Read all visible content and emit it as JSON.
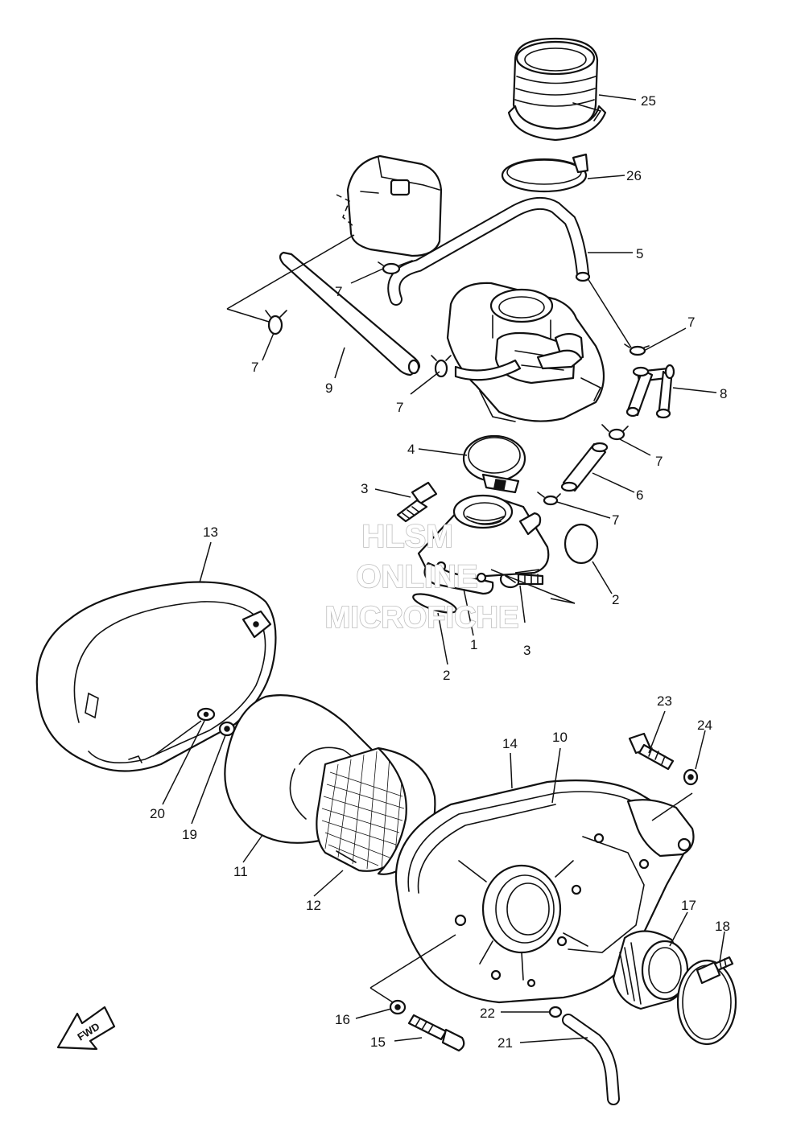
{
  "watermark": {
    "line1": "HLSM",
    "line2": "ONLINE",
    "line3": "MICROFICHE"
  },
  "direction_marker": "FWD",
  "callouts": {
    "c1": "1",
    "c2a": "2",
    "c2b": "2",
    "c3a": "3",
    "c3b": "3",
    "c4": "4",
    "c5": "5",
    "c6": "6",
    "c7a": "7",
    "c7b": "7",
    "c7c": "7",
    "c7d": "7",
    "c7e": "7",
    "c7f": "7",
    "c8": "8",
    "c9": "9",
    "c10": "10",
    "c11": "11",
    "c12": "12",
    "c13": "13",
    "c14": "14",
    "c15": "15",
    "c16": "16",
    "c17": "17",
    "c18": "18",
    "c19": "19",
    "c20": "20",
    "c21": "21",
    "c22": "22",
    "c23": "23",
    "c24": "24",
    "c25": "25",
    "c26": "26"
  }
}
